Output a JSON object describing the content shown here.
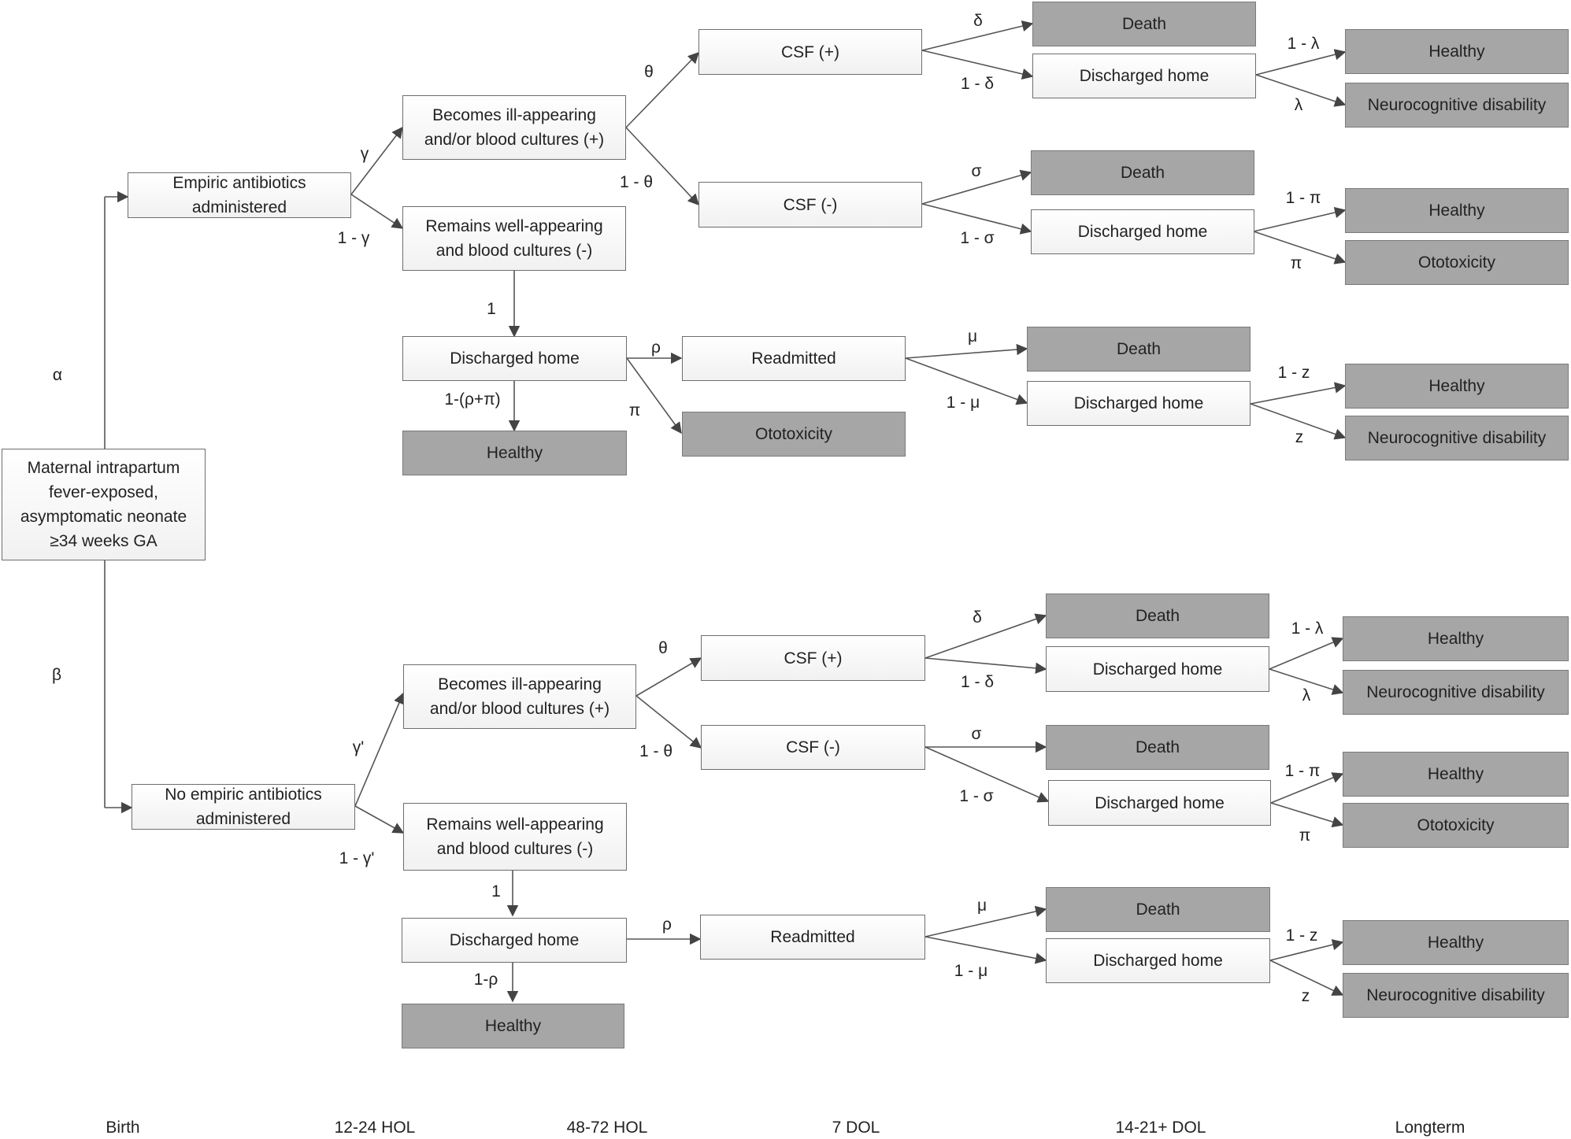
{
  "nodes": {
    "root": "Maternal intrapartum\nfever-exposed,\nasymptomatic neonate\n≥34 weeks GA",
    "empiric": "Empiric antibiotics\nadministered",
    "a_ill": "Becomes ill-appearing\nand/or blood cultures (+)",
    "a_well": "Remains well-appearing\nand blood cultures (-)",
    "a_csfpos": "CSF (+)",
    "a_csfneg": "CSF (-)",
    "a_csfpos_death": "Death",
    "a_csfpos_home": "Discharged home",
    "a_csfpos_healthy": "Healthy",
    "a_csfpos_neuro": "Neurocognitive disability",
    "a_csfneg_death": "Death",
    "a_csfneg_home": "Discharged home",
    "a_csfneg_healthy": "Healthy",
    "a_csfneg_oto": "Ototoxicity",
    "a_disch": "Discharged home",
    "a_disch_healthy": "Healthy",
    "a_readm": "Readmitted",
    "a_oto": "Ototoxicity",
    "a_readm_death": "Death",
    "a_readm_home": "Discharged home",
    "a_readm_healthy": "Healthy",
    "a_readm_neuro": "Neurocognitive disability",
    "noemp": "No empiric antibiotics\nadministered",
    "b_ill": "Becomes ill-appearing\nand/or blood cultures (+)",
    "b_well": "Remains well-appearing\nand blood cultures (-)",
    "b_csfpos": "CSF (+)",
    "b_csfneg": "CSF (-)",
    "b_csfpos_death": "Death",
    "b_csfpos_home": "Discharged home",
    "b_csfpos_healthy": "Healthy",
    "b_csfpos_neuro": "Neurocognitive disability",
    "b_csfneg_death": "Death",
    "b_csfneg_home": "Discharged home",
    "b_csfneg_healthy": "Healthy",
    "b_csfneg_oto": "Ototoxicity",
    "b_disch": "Discharged home",
    "b_disch_healthy": "Healthy",
    "b_readm": "Readmitted",
    "b_readm_death": "Death",
    "b_readm_home": "Discharged home",
    "b_readm_healthy": "Healthy",
    "b_readm_neuro": "Neurocognitive disability"
  },
  "probabilities": {
    "alpha": "α",
    "beta": "β",
    "gamma": "γ",
    "one_minus_gamma": "1 - γ",
    "theta_a": "θ",
    "one_minus_theta_a": "1 - θ",
    "delta_a": "δ",
    "one_minus_delta_a": "1 - δ",
    "one_minus_lambda_a": "1 - λ",
    "lambda_a": "λ",
    "sigma_a": "σ",
    "one_minus_sigma_a": "1 - σ",
    "one_minus_pi_a": "1 - π",
    "pi_a": "π",
    "one_a": "1",
    "rho_a": "ρ",
    "pi_oto": "π",
    "one_minus_rho_pi": "1-(ρ+π)",
    "mu_a": "μ",
    "one_minus_mu_a": "1 - μ",
    "one_minus_z_a": "1 - z",
    "z_a": "z",
    "gamma_prime": "γ'",
    "one_minus_gamma_prime": "1 - γ'",
    "theta_b": "θ",
    "one_minus_theta_b": "1 - θ",
    "delta_b": "δ",
    "one_minus_delta_b": "1 - δ",
    "one_minus_lambda_b": "1 - λ",
    "lambda_b": "λ",
    "sigma_b": "σ",
    "one_minus_sigma_b": "1 - σ",
    "one_minus_pi_b": "1 - π",
    "pi_b": "π",
    "one_b": "1",
    "rho_b": "ρ",
    "one_minus_rho": "1-ρ",
    "mu_b": "μ",
    "one_minus_mu_b": "1 - μ",
    "one_minus_z_b": "1 - z",
    "z_b": "z"
  },
  "timeline": {
    "birth": "Birth",
    "hol_12_24": "12-24 HOL",
    "hol_48_72": "48-72 HOL",
    "dol_7": "7 DOL",
    "dol_14_21": "14-21+ DOL",
    "longterm": "Longterm"
  }
}
